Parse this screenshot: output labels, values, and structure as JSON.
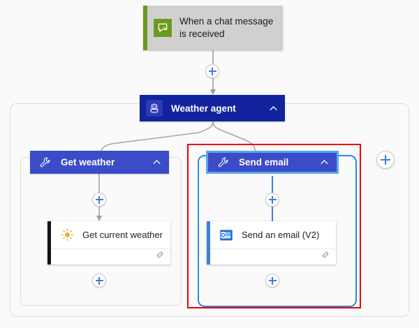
{
  "diagram": {
    "type": "workflow-designer-canvas",
    "background_color": "#fafafa",
    "trigger": {
      "label": "When a chat message is received",
      "icon": "chat-bubble-icon",
      "accent_color": "#6b9a1f",
      "background_color": "#d0d0d0"
    },
    "agent": {
      "label": "Weather agent",
      "icon": "robot-icon",
      "collapse_icon": "chevron-up-icon",
      "background_color": "#12239e"
    },
    "branches": [
      {
        "id": "get-weather",
        "tool": {
          "label": "Get weather",
          "icon": "wrench-icon",
          "collapse_icon": "chevron-up-icon",
          "background_color": "#3b4cc8",
          "selected": false
        },
        "action": {
          "label": "Get current weather",
          "icon": "sun-icon",
          "footer_icon": "link-icon",
          "accent_color": "#141414"
        }
      },
      {
        "id": "send-email",
        "tool": {
          "label": "Send email",
          "icon": "wrench-icon",
          "collapse_icon": "chevron-up-icon",
          "background_color": "#3b4cc8",
          "selected": true,
          "selection_color": "#5aa5ee"
        },
        "action": {
          "label": "Send an email (V2)",
          "icon": "outlook-icon",
          "footer_icon": "link-icon",
          "accent_color": "#3a81d6"
        }
      }
    ],
    "add_buttons": [
      {
        "name": "add-step-after-trigger",
        "icon": "plus-icon"
      },
      {
        "name": "add-step-get-weather-before-action",
        "icon": "plus-icon"
      },
      {
        "name": "add-step-get-weather-after-action",
        "icon": "plus-icon"
      },
      {
        "name": "add-step-send-email-before-action",
        "icon": "plus-icon"
      },
      {
        "name": "add-step-send-email-after-action",
        "icon": "plus-icon"
      },
      {
        "name": "add-branch",
        "icon": "plus-icon"
      }
    ],
    "annotation": {
      "shape": "rectangle",
      "color": "#f10000",
      "target": "send-email"
    }
  }
}
